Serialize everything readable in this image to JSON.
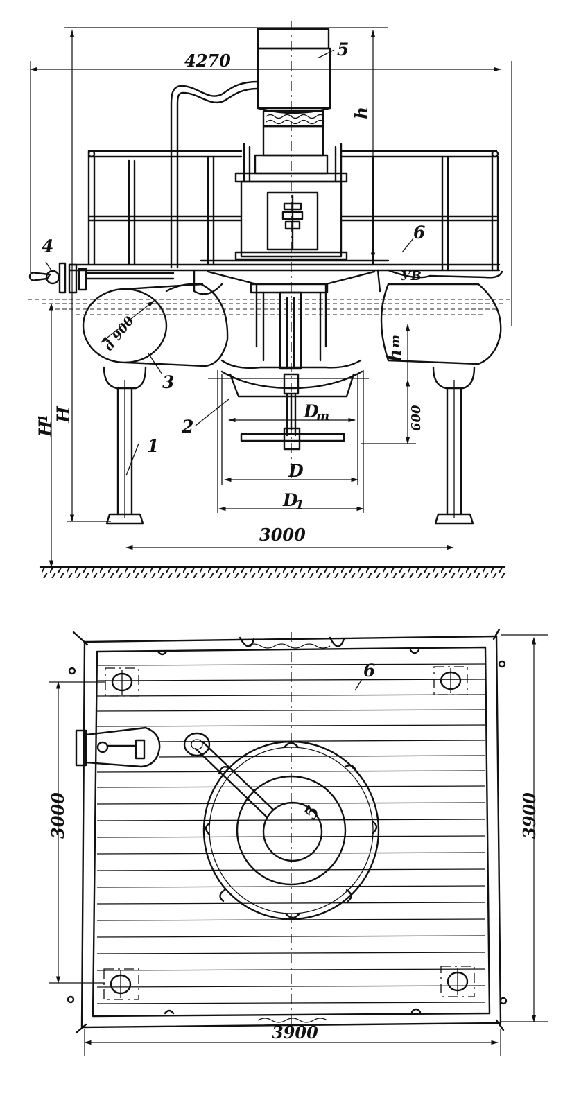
{
  "top_view": {
    "dim_width": "4270",
    "dim_span": "3000",
    "dim_diameter": "d 900",
    "dim_depth": "600",
    "symbol_h": "h",
    "symbol_H": "H",
    "symbol_H1": "H",
    "symbol_H1_sub": "1",
    "symbol_hm": "h",
    "symbol_hm_sub": "m",
    "symbol_Dm": "D",
    "symbol_Dm_sub": "m",
    "symbol_D": "D",
    "symbol_D1": "D",
    "symbol_D1_sub": "1",
    "water_level": "УВ",
    "parts": [
      "1",
      "2",
      "3",
      "4",
      "5",
      "6"
    ]
  },
  "bottom_view": {
    "dim_width": "3900",
    "dim_height": "3900",
    "dim_span": "3000",
    "parts": [
      "5",
      "6"
    ]
  }
}
